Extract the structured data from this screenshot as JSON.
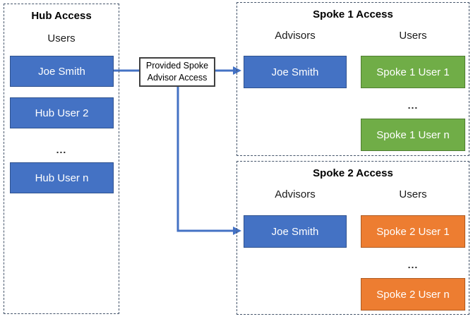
{
  "hub": {
    "title": "Hub Access",
    "column_label": "Users",
    "items": [
      "Joe Smith",
      "Hub User 2",
      "...",
      "Hub User n"
    ]
  },
  "connector": {
    "line1": "Provided Spoke",
    "line2": "Advisor Access"
  },
  "spoke1": {
    "title": "Spoke 1 Access",
    "advisors_label": "Advisors",
    "users_label": "Users",
    "advisor": "Joe Smith",
    "users": [
      "Spoke 1 User 1",
      "...",
      "Spoke 1 User n"
    ]
  },
  "spoke2": {
    "title": "Spoke 2 Access",
    "advisors_label": "Advisors",
    "users_label": "Users",
    "advisor": "Joe Smith",
    "users": [
      "Spoke 2 User 1",
      "...",
      "Spoke 2 User n"
    ]
  },
  "colors": {
    "connector_line": "#4472C4",
    "container_border": "#44546A",
    "hub_user_fill": "#4472C4",
    "hub_user_border": "#2F528F",
    "spoke1_user_fill": "#70AD47",
    "spoke1_user_border": "#507E32",
    "spoke2_user_fill": "#ED7D31",
    "spoke2_user_border": "#AE5A21"
  }
}
